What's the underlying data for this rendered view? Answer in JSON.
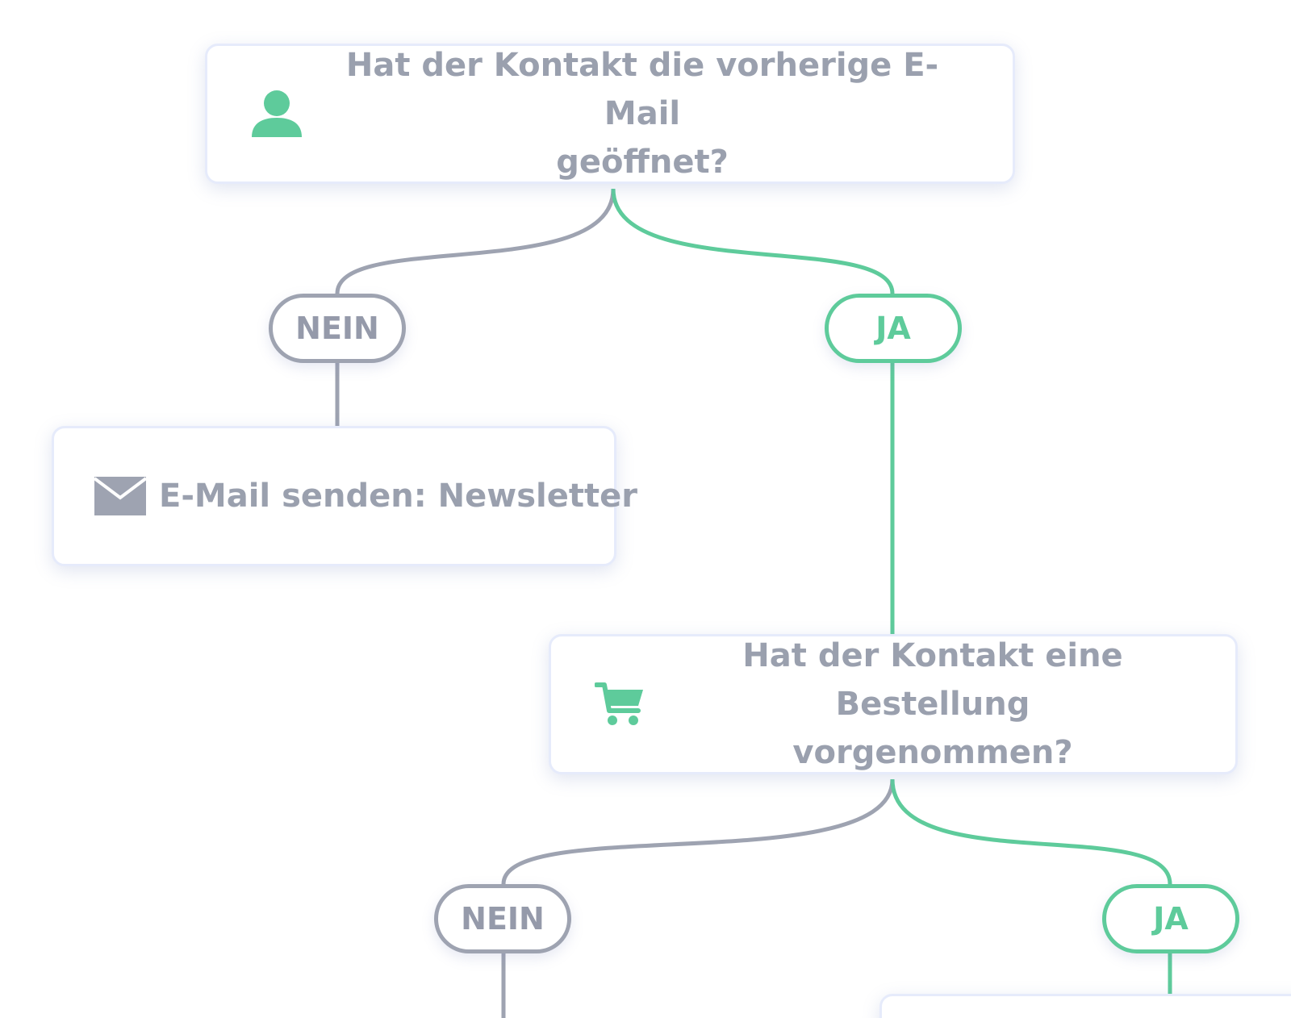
{
  "colors": {
    "no_branch": "#9ea3b1",
    "yes_branch": "#5ecb9b",
    "text": "#9aa0ae",
    "node_border": "#e6ebfb"
  },
  "nodes": {
    "q1": {
      "icon": "person-icon",
      "line1": "Hat der Kontakt die vorherige E-Mail",
      "line2": "geöffnet?"
    },
    "email": {
      "icon": "envelope-icon",
      "label": "E-Mail senden: Newsletter"
    },
    "q2": {
      "icon": "shopping-cart-icon",
      "line1": "Hat der Kontakt eine Bestellung",
      "line2": "vorgenommen?"
    }
  },
  "branches": {
    "q1_no": "NEIN",
    "q1_yes": "JA",
    "q2_no": "NEIN",
    "q2_yes": "JA"
  }
}
